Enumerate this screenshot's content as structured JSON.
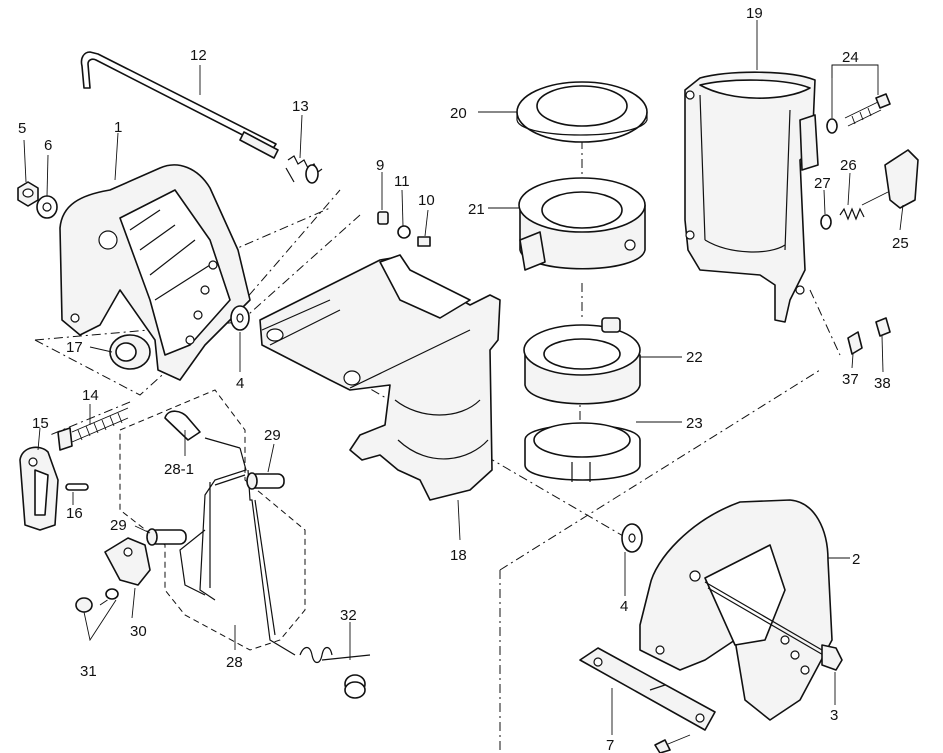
{
  "labels": {
    "p1": "1",
    "p2": "2",
    "p3": "3",
    "p4a": "4",
    "p4b": "4",
    "p5": "5",
    "p6": "6",
    "p7": "7",
    "p9": "9",
    "p10": "10",
    "p11": "11",
    "p12": "12",
    "p13": "13",
    "p14": "14",
    "p15": "15",
    "p16": "16",
    "p17": "17",
    "p18": "18",
    "p19": "19",
    "p20": "20",
    "p21": "21",
    "p22": "22",
    "p23": "23",
    "p24": "24",
    "p25": "25",
    "p26": "26",
    "p27": "27",
    "p28": "28",
    "p28_1": "28-1",
    "p29a": "29",
    "p29b": "29",
    "p30": "30",
    "p31": "31",
    "p32": "32",
    "p37": "37",
    "p38": "38"
  }
}
